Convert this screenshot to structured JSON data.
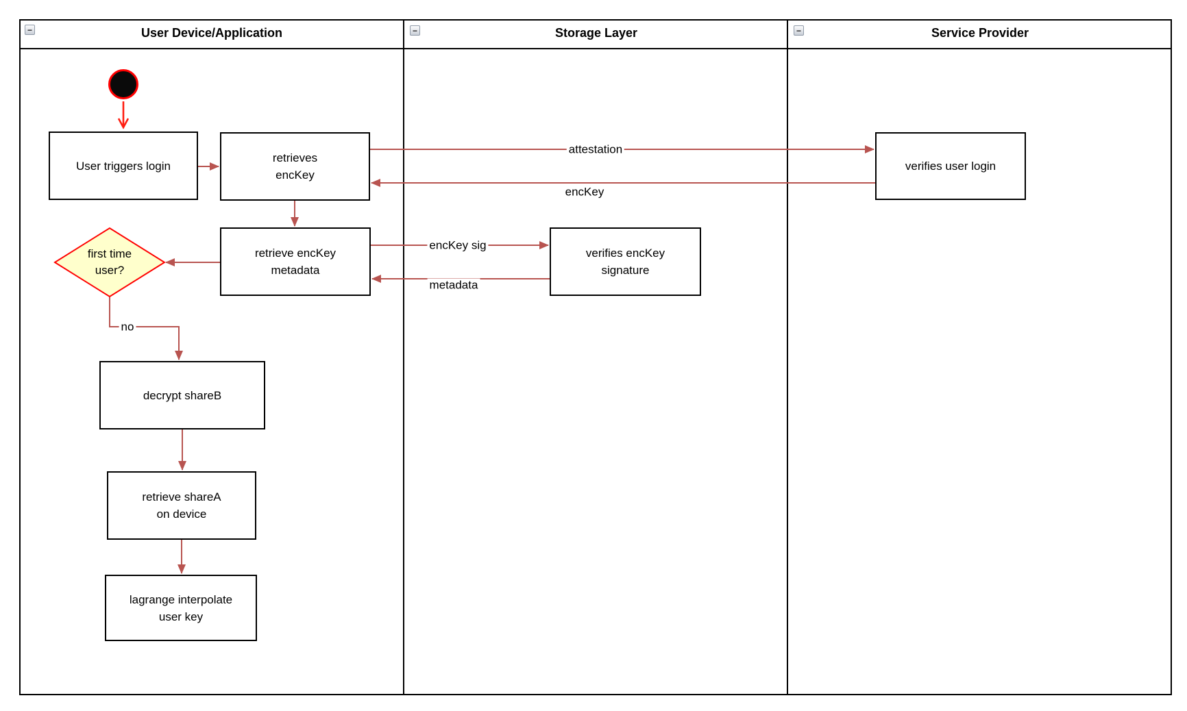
{
  "diagram": {
    "lanes": [
      {
        "title": "User Device/Application"
      },
      {
        "title": "Storage Layer"
      },
      {
        "title": "Service Provider"
      }
    ],
    "nodes": {
      "user_triggers_login": "User triggers login",
      "retrieves_enckey": "retrieves\nencKey",
      "verifies_user_login": "verifies user login",
      "retrieve_enckey_metadata": "retrieve encKey\nmetadata",
      "verifies_enckey_signature": "verifies encKey\nsignature",
      "first_time_user": "first time\nuser?",
      "decrypt_shareb": "decrypt shareB",
      "retrieve_sharea": "retrieve shareA\non device",
      "lagrange": "lagrange interpolate\nuser key"
    },
    "edge_labels": {
      "attestation": "attestation",
      "enckey": "encKey",
      "enckey_sig": "encKey sig",
      "metadata": "metadata",
      "no": "no"
    },
    "icons": {
      "collapse_minus_icon": "−"
    },
    "colors": {
      "arrow": "#b85450",
      "start_arrow": "#ff1d10",
      "diamond_fill": "#ffffcc",
      "diamond_stroke": "#ff0000",
      "border": "#000000"
    }
  }
}
